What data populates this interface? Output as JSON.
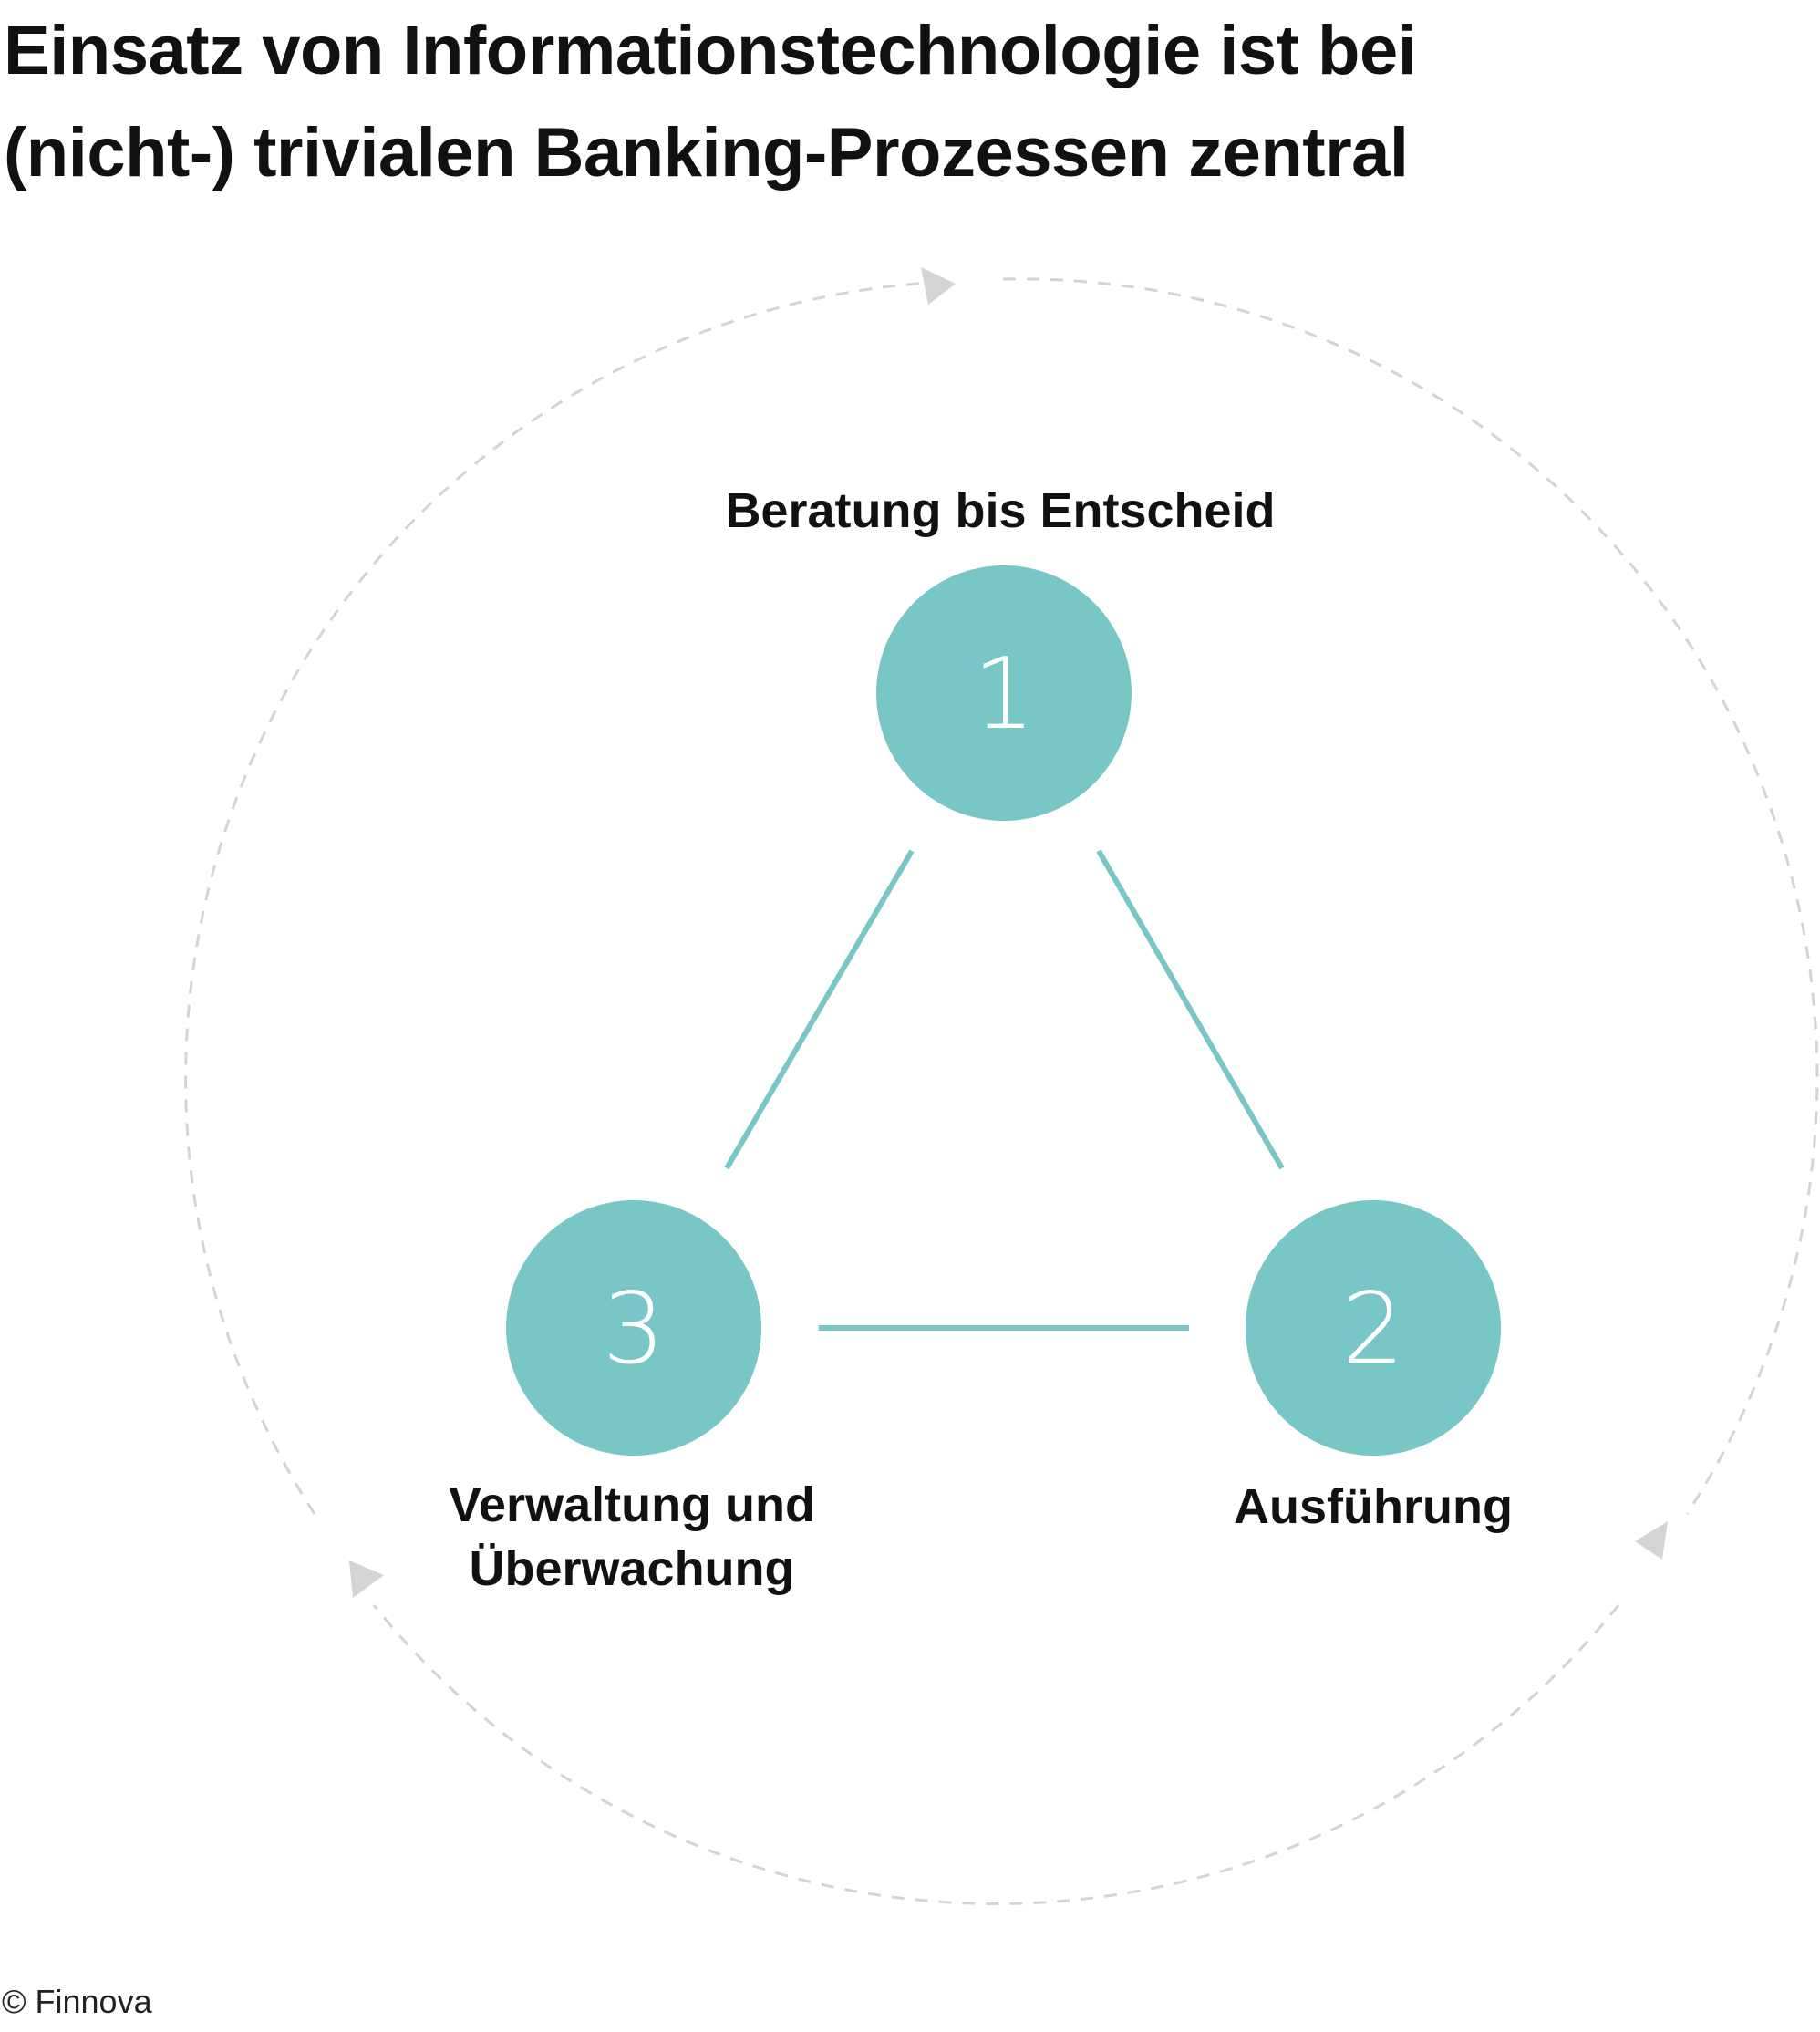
{
  "title": {
    "line1": "Einsatz von Informationstechnologie ist bei",
    "line2": "(nicht-) trivialen Banking-Prozessen zentral"
  },
  "nodes": [
    {
      "number": "1",
      "label_lines": [
        "Beratung bis Entscheid"
      ]
    },
    {
      "number": "2",
      "label_lines": [
        "Ausführung"
      ]
    },
    {
      "number": "3",
      "label_lines": [
        "Verwaltung und",
        "Überwachung"
      ]
    }
  ],
  "colors": {
    "node_fill": "#79C6C6",
    "connector": "#79C6C6",
    "cycle_line": "#D4D4D4",
    "cycle_arrow": "#D4D4D4",
    "text": "#111111"
  },
  "credit": "© Finnova"
}
